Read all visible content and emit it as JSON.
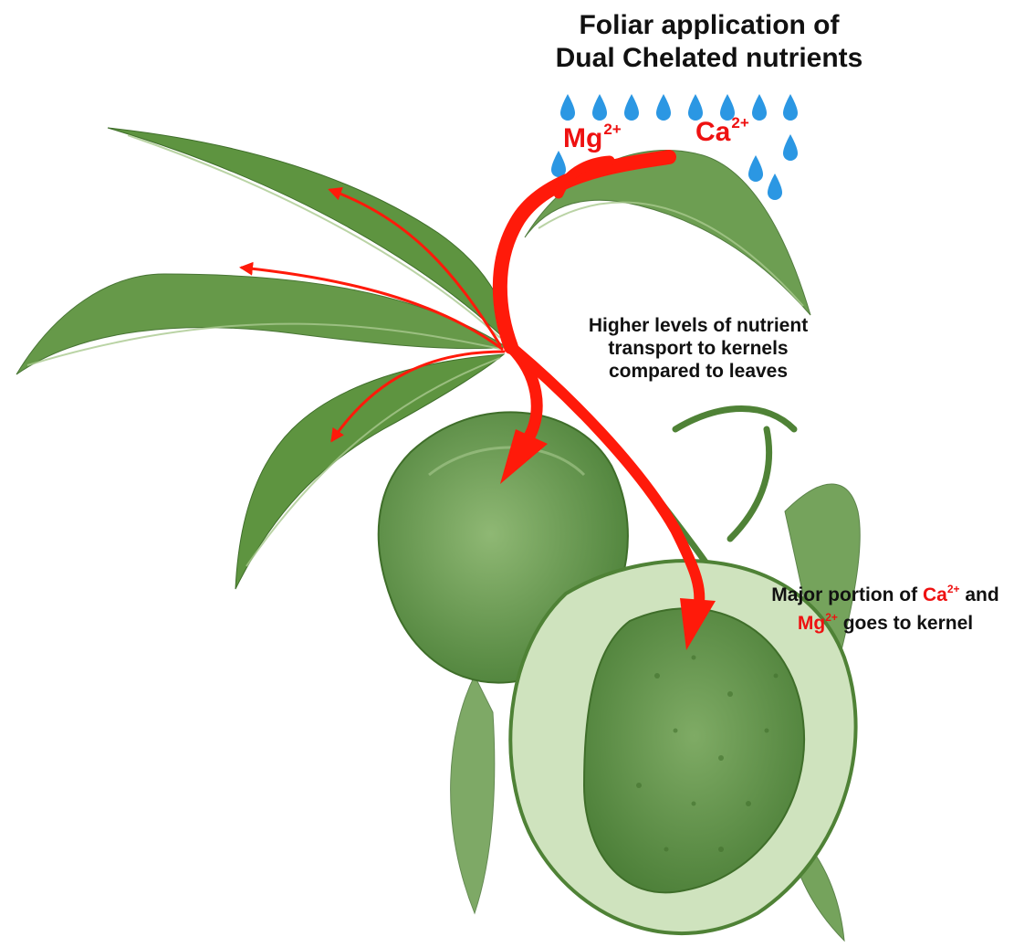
{
  "title": {
    "line1": "Foliar application of",
    "line2": "Dual Chelated nutrients"
  },
  "ions": {
    "mg_symbol": "Mg",
    "mg_charge": "2+",
    "ca_symbol": "Ca",
    "ca_charge": "2+"
  },
  "notes": {
    "transport_line1": "Higher levels of nutrient",
    "transport_line2": "transport to kernels",
    "transport_line3": "compared to leaves",
    "kernel_prefix": "Major portion of",
    "kernel_ca": "Ca",
    "kernel_ca_charge": "2+",
    "kernel_and": "and",
    "kernel_mg": "Mg",
    "kernel_mg_charge": "2+",
    "kernel_suffix": "goes to kernel"
  },
  "colors": {
    "arrow": "#ff1a0a",
    "foliage": "#5e9440",
    "foliage_light": "#a9c98f",
    "droplet": "#2b97e3"
  },
  "icons": {
    "droplet": "water-droplet-icon"
  }
}
